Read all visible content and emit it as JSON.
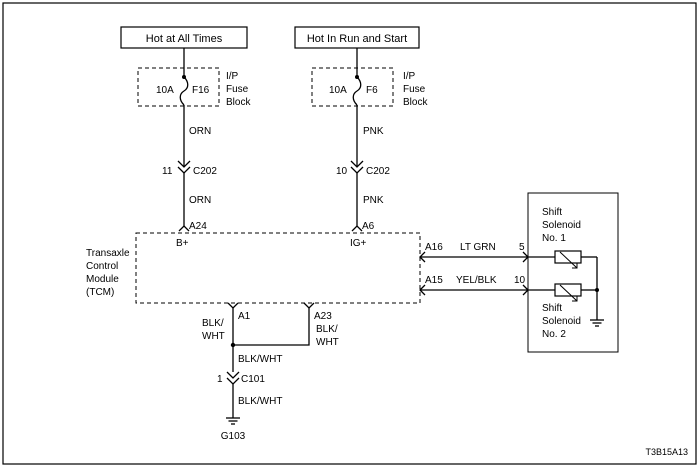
{
  "sources": {
    "left": "Hot at All Times",
    "right": "Hot In Run and Start"
  },
  "fuses": {
    "left": {
      "rating": "10A",
      "name": "F16"
    },
    "right": {
      "rating": "10A",
      "name": "F6"
    },
    "block_label_lines": [
      "I/P",
      "Fuse",
      "Block"
    ]
  },
  "wires": {
    "orn": "ORN",
    "pnk": "PNK",
    "lt_grn": "LT GRN",
    "yel_blk": "YEL/BLK",
    "blk_wht_split": [
      "BLK/",
      "WHT"
    ],
    "blk_wht": "BLK/WHT"
  },
  "connectors": {
    "c202_left_pin": "11",
    "c202_right_pin": "10",
    "c202": "C202",
    "c101_pin": "1",
    "c101": "C101"
  },
  "tcm": {
    "label_lines": [
      "Transaxle",
      "Control",
      "Module",
      "(TCM)"
    ],
    "pins": {
      "a24": "A24",
      "a6": "A6",
      "a16": "A16",
      "a15": "A15",
      "a1": "A1",
      "a23": "A23"
    },
    "terminals": {
      "b_plus": "B+",
      "ig_plus": "IG+"
    }
  },
  "solenoids": {
    "pin_5": "5",
    "pin_10": "10",
    "no1_lines": [
      "Shift",
      "Solenoid",
      "No. 1"
    ],
    "no2_lines": [
      "Shift",
      "Solenoid",
      "No. 2"
    ]
  },
  "ground": {
    "label": "G103"
  },
  "figure_code": "T3B15A13"
}
